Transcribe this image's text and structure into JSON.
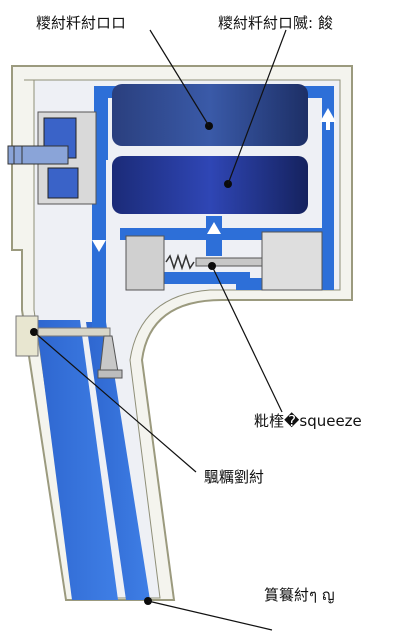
{
  "diagram": {
    "labels": {
      "top_left": "糭紂粁紂ロロ",
      "top_right": "糭紂粁紂ロ隇: 餕",
      "middle_right": "粃楏�squeeze",
      "lower_middle": "颿糲劉紂",
      "bottom_right": "篔籑紂ๆ ญ"
    }
  },
  "colors": {
    "body_outline": "#9b9a7e",
    "body_fill": "#f4f4ee",
    "channel_blue": "#2d6fd8",
    "tank_dark": "#1f3a8a",
    "tank_mid": "#3550a8",
    "valve_gray": "#c9c9c9",
    "leader_line": "#111111"
  }
}
